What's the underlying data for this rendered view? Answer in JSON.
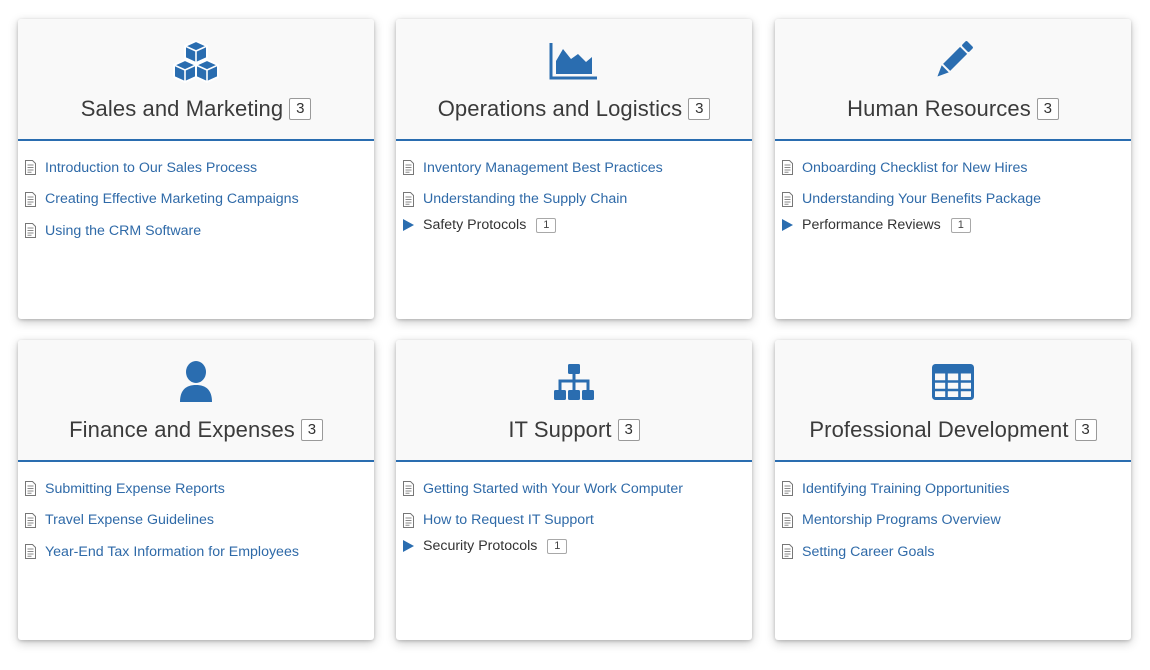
{
  "colors": {
    "accent": "#2a6db0",
    "link": "#2f6aa8",
    "header_bg": "#f9f9f9"
  },
  "cards": [
    {
      "icon": "cubes-icon",
      "title": "Sales and Marketing",
      "count": "3",
      "items": [
        {
          "type": "doc",
          "label": "Introduction to Our Sales Process"
        },
        {
          "type": "doc",
          "label": "Creating Effective Marketing Campaigns"
        },
        {
          "type": "doc",
          "label": "Using the CRM Software"
        }
      ]
    },
    {
      "icon": "area-chart-icon",
      "title": "Operations and Logistics",
      "count": "3",
      "items": [
        {
          "type": "doc",
          "label": "Inventory Management Best Practices"
        },
        {
          "type": "doc",
          "label": "Understanding the Supply Chain"
        },
        {
          "type": "group",
          "label": "Safety Protocols",
          "count": "1"
        }
      ]
    },
    {
      "icon": "pencil-icon",
      "title": "Human Resources",
      "count": "3",
      "items": [
        {
          "type": "doc",
          "label": "Onboarding Checklist for New Hires"
        },
        {
          "type": "doc",
          "label": "Understanding Your Benefits Package"
        },
        {
          "type": "group",
          "label": "Performance Reviews",
          "count": "1"
        }
      ]
    },
    {
      "icon": "user-icon",
      "title": "Finance and Expenses",
      "count": "3",
      "items": [
        {
          "type": "doc",
          "label": "Submitting Expense Reports"
        },
        {
          "type": "doc",
          "label": "Travel Expense Guidelines"
        },
        {
          "type": "doc",
          "label": "Year-End Tax Information for Employees"
        }
      ]
    },
    {
      "icon": "sitemap-icon",
      "title": "IT Support",
      "count": "3",
      "items": [
        {
          "type": "doc",
          "label": "Getting Started with Your Work Computer"
        },
        {
          "type": "doc",
          "label": "How to Request IT Support"
        },
        {
          "type": "group",
          "label": "Security Protocols",
          "count": "1"
        }
      ]
    },
    {
      "icon": "table-icon",
      "title": "Professional Development",
      "count": "3",
      "items": [
        {
          "type": "doc",
          "label": "Identifying Training Opportunities"
        },
        {
          "type": "doc",
          "label": "Mentorship Programs Overview"
        },
        {
          "type": "doc",
          "label": "Setting Career Goals"
        }
      ]
    }
  ]
}
